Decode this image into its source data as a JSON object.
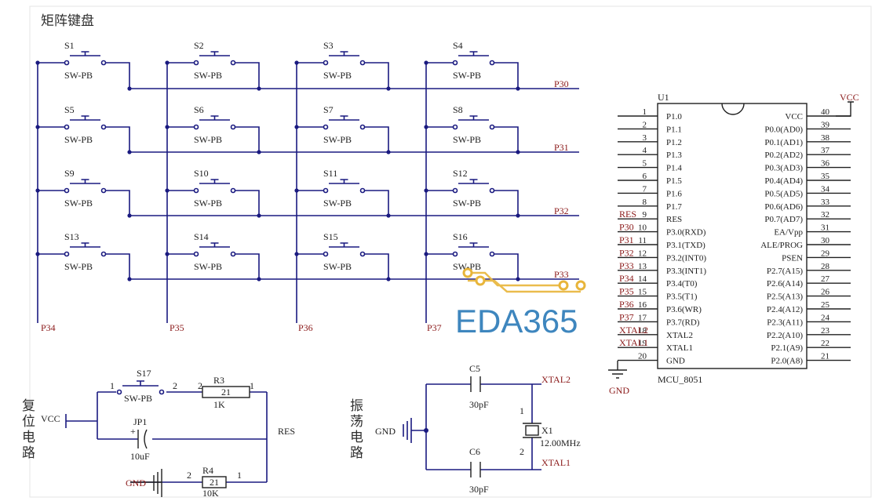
{
  "title": "矩阵键盘",
  "switch_type": "SW-PB",
  "switches": [
    "S1",
    "S2",
    "S3",
    "S4",
    "S5",
    "S6",
    "S7",
    "S8",
    "S9",
    "S10",
    "S11",
    "S12",
    "S13",
    "S14",
    "S15",
    "S16"
  ],
  "row_nets": [
    "P30",
    "P31",
    "P32",
    "P33"
  ],
  "col_nets": [
    "P34",
    "P35",
    "P36",
    "P37"
  ],
  "mcu": {
    "ref": "U1",
    "part": "MCU_8051",
    "vcc_label": "VCC",
    "gnd_label": "GND",
    "left_pins": [
      {
        "num": "1",
        "name": "P1.0",
        "net": ""
      },
      {
        "num": "2",
        "name": "P1.1",
        "net": ""
      },
      {
        "num": "3",
        "name": "P1.2",
        "net": ""
      },
      {
        "num": "4",
        "name": "P1.3",
        "net": ""
      },
      {
        "num": "5",
        "name": "P1.4",
        "net": ""
      },
      {
        "num": "6",
        "name": "P1.5",
        "net": ""
      },
      {
        "num": "7",
        "name": "P1.6",
        "net": ""
      },
      {
        "num": "8",
        "name": "P1.7",
        "net": ""
      },
      {
        "num": "9",
        "name": "RES",
        "net": "RES"
      },
      {
        "num": "10",
        "name": "P3.0(RXD)",
        "net": "P30"
      },
      {
        "num": "11",
        "name": "P3.1(TXD)",
        "net": "P31"
      },
      {
        "num": "12",
        "name": "P3.2(INT0)",
        "net": "P32"
      },
      {
        "num": "13",
        "name": "P3.3(INT1)",
        "net": "P33"
      },
      {
        "num": "14",
        "name": "P3.4(T0)",
        "net": "P34"
      },
      {
        "num": "15",
        "name": "P3.5(T1)",
        "net": "P35"
      },
      {
        "num": "16",
        "name": "P3.6(WR)",
        "net": "P36"
      },
      {
        "num": "17",
        "name": "P3.7(RD)",
        "net": "P37"
      },
      {
        "num": "18",
        "name": "XTAL2",
        "net": "XTAL2"
      },
      {
        "num": "19",
        "name": "XTAL1",
        "net": "XTAL1"
      },
      {
        "num": "20",
        "name": "GND",
        "net": ""
      }
    ],
    "right_pins": [
      {
        "num": "40",
        "name": "VCC"
      },
      {
        "num": "39",
        "name": "P0.0(AD0)"
      },
      {
        "num": "38",
        "name": "P0.1(AD1)"
      },
      {
        "num": "37",
        "name": "P0.2(AD2)"
      },
      {
        "num": "36",
        "name": "P0.3(AD3)"
      },
      {
        "num": "35",
        "name": "P0.4(AD4)"
      },
      {
        "num": "34",
        "name": "P0.5(AD5)"
      },
      {
        "num": "33",
        "name": "P0.6(AD6)"
      },
      {
        "num": "32",
        "name": "P0.7(AD7)"
      },
      {
        "num": "31",
        "name": "EA/Vpp"
      },
      {
        "num": "30",
        "name": "ALE/PROG"
      },
      {
        "num": "29",
        "name": "PSEN"
      },
      {
        "num": "28",
        "name": "P2.7(A15)"
      },
      {
        "num": "27",
        "name": "P2.6(A14)"
      },
      {
        "num": "26",
        "name": "P2.5(A13)"
      },
      {
        "num": "25",
        "name": "P2.4(A12)"
      },
      {
        "num": "24",
        "name": "P2.3(A11)"
      },
      {
        "num": "23",
        "name": "P2.2(A10)"
      },
      {
        "num": "22",
        "name": "P2.1(A9)"
      },
      {
        "num": "21",
        "name": "P2.0(A8)"
      }
    ]
  },
  "reset": {
    "title": "复位电路",
    "vcc": "VCC",
    "gnd": "GND",
    "s17": "S17",
    "s17_type": "SW-PB",
    "r3": "R3",
    "r3_val": "1K",
    "r4": "R4",
    "r4_val": "10K",
    "cap": "JP1",
    "cap_val": "10uF",
    "net": "RES",
    "res_mark": "21",
    "plus": "+",
    "pin1": "1",
    "pin2": "2"
  },
  "osc": {
    "title": "振荡电路",
    "gnd": "GND",
    "c5": "C5",
    "c5_val": "30pF",
    "c6": "C6",
    "c6_val": "30pF",
    "x1": "X1",
    "x1_val": "12.00MHz",
    "xtal2": "XTAL2",
    "xtal1": "XTAL1",
    "pin1": "1",
    "pin2": "2"
  },
  "watermark": "EDA365"
}
